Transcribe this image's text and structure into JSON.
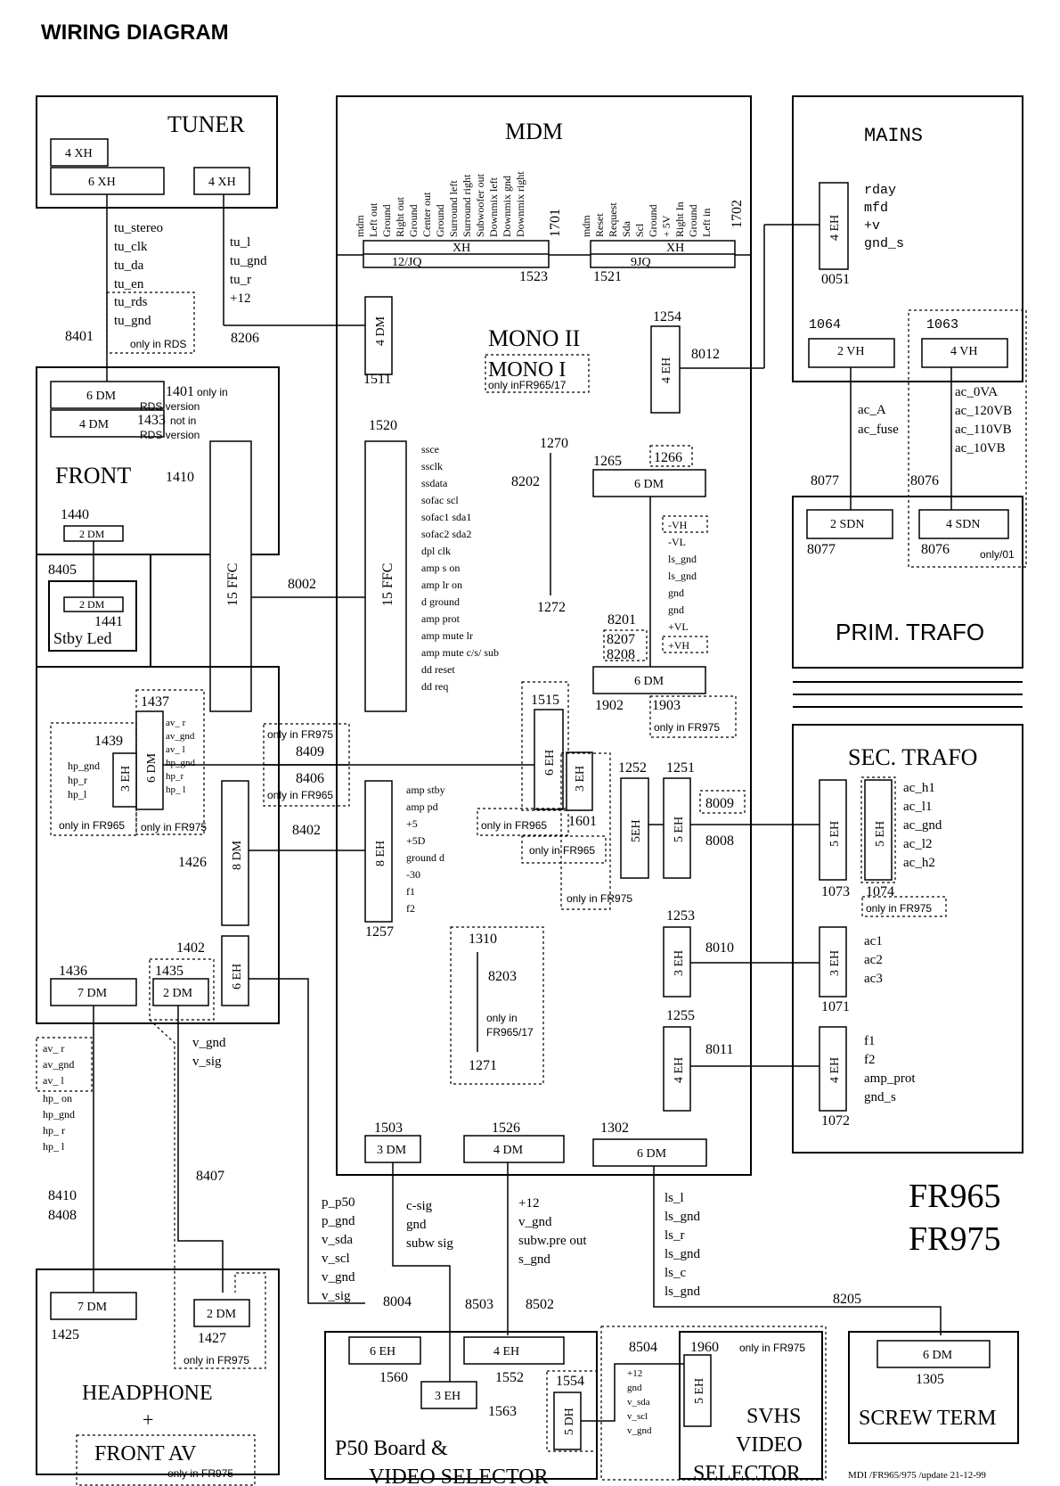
{
  "title": "WIRING DIAGRAM",
  "blocks": {
    "tuner": "TUNER",
    "mdm": "MDM",
    "mains": "MAINS",
    "front": "FRONT",
    "stby_led": "Stby Led",
    "mono2": "MONO II",
    "mono1": "MONO I",
    "prim_trafo": "PRIM. TRAFO",
    "sec_trafo": "SEC. TRAFO",
    "headphone": "HEADPHONE",
    "plus": "+",
    "front_av": "FRONT AV",
    "p50_line1": "P50 Board  &",
    "p50_line2": "VIDEO SELECTOR",
    "svhs_line1": "SVHS",
    "svhs_line2": "VIDEO",
    "svhs_line3": "SELECTOR",
    "screw_term": "SCREW TERM"
  },
  "model": [
    "FR965",
    "FR975"
  ],
  "footer": "MDI /FR965/975 /update 21-12-99",
  "connectors": {
    "tuner_4xh_a": "4 XH",
    "tuner_6xh": "6 XH",
    "tuner_4xh_b": "4 XH",
    "mdm_xh1": "XH",
    "mdm_12jq": "12/JQ",
    "mdm_xh2": "XH",
    "mdm_9jq": "9JQ",
    "mains_4eh": "4 EH",
    "c1064": "2 VH",
    "c1063": "4 VH",
    "front_6dm": "6 DM",
    "front_4dm": "4 DM",
    "front_15ffc": "15 FFC",
    "c1440": "2 DM",
    "c1441": "2 DM",
    "c1511": "4 DM",
    "c1520": "15 FFC",
    "c1254": "4 EH",
    "c1265": "6 DM",
    "c1902": "6 DM",
    "c8077": "2 SDN",
    "c8076": "4 SDN",
    "c1437": "6 DM",
    "c1439": "3 EH",
    "c1426": "8 DM",
    "c1257": "8 EH",
    "c1515": "6 EH",
    "c1601": "3 EH",
    "c1252": "5EH",
    "c1251": "5 EH",
    "c1073": "5 EH",
    "c1074": "5 EH",
    "c1253": "3 EH",
    "c1071": "3 EH",
    "c1255": "4 EH",
    "c1072": "4 EH",
    "c1436": "7 DM",
    "c1435": "2 DM",
    "c1402": "6 EH",
    "c1503": "3 DM",
    "c1526": "4 DM",
    "c1302": "6 DM",
    "c1425": "7 DM",
    "c1427": "2 DM",
    "c1560": "6 EH",
    "c1552": "4 EH",
    "c1563": "3 EH",
    "c1554": "5 DH",
    "c1960": "5 EH",
    "c1305": "6 DM"
  },
  "numbers": {
    "n8401": "8401",
    "n8206": "8206",
    "n1701": "1701",
    "n1702": "1702",
    "n1523": "1523",
    "n1521": "1521",
    "n0051": "0051",
    "n1064": "1064",
    "n1063": "1063",
    "n1511": "1511",
    "n1254": "1254",
    "n8012": "8012",
    "n1401": "1401",
    "n1401_note": "only in",
    "n1401_note2": "RDS version",
    "n1433": "1433",
    "n1433_note": "not in",
    "n1433_note2": "RDS version",
    "n1410": "1410",
    "n1440": "1440",
    "n8405": "8405",
    "n1441": "1441",
    "n1520": "1520",
    "n8002": "8002",
    "n1270": "1270",
    "n8202": "8202",
    "n1272": "1272",
    "n1265": "1265",
    "n1266": "1266",
    "n8201": "8201",
    "n8207": "8207",
    "n8208": "8208",
    "n1902": "1902",
    "n1903": "1903",
    "n8077a": "8077",
    "n8076a": "8076",
    "n8077b": "8077",
    "n8076b": "8076",
    "n1437": "1437",
    "n1439": "1439",
    "n8409": "8409",
    "n8406": "8406",
    "n1515": "1515",
    "n1252": "1252",
    "n1251": "1251",
    "n8009": "8009",
    "n8008": "8008",
    "n1601": "1601",
    "n8402": "8402",
    "n1426": "1426",
    "n1257": "1257",
    "n1073": "1073",
    "n1074": "1074",
    "n1253": "1253",
    "n8010": "8010",
    "n1071": "1071",
    "n1310": "1310",
    "n8203": "8203",
    "n1271": "1271",
    "n1255": "1255",
    "n8011": "8011",
    "n1072": "1072",
    "n1402": "1402",
    "n1436": "1436",
    "n1435": "1435",
    "n1503": "1503",
    "n1526": "1526",
    "n1302": "1302",
    "n8407": "8407",
    "n8410": "8410",
    "n8408": "8408",
    "n8004": "8004",
    "n8503": "8503",
    "n8502": "8502",
    "n8205": "8205",
    "n1425": "1425",
    "n1427": "1427",
    "n8504": "8504",
    "n1960": "1960",
    "n1560": "1560",
    "n1552": "1552",
    "n1563": "1563",
    "n1554": "1554",
    "n1305": "1305"
  },
  "notes": {
    "only_rds": "only in RDS",
    "only_fr965_17": "only inFR965/17",
    "only_01": "only/01",
    "fr975_a": "only in FR975",
    "fr965_a": "only in FR965",
    "fr975_b": "only in FR975",
    "fr975_c": "only in FR975",
    "fr965_b": "only in FR965",
    "fr975_d": "only in FR975",
    "fr965_c": "only in FR965",
    "fr975_e": "only in FR975",
    "fr975_f": "only in FR975",
    "fr975_g": "only in FR975",
    "fr975_h": "only in FR975",
    "fr975_i": "only in FR975",
    "only_in": "only in",
    "fr965_17": "FR965/17"
  },
  "signals": {
    "tuner_left": [
      "tu_stereo",
      "tu_clk",
      "tu_da",
      "tu_en",
      "tu_rds",
      "tu_gnd"
    ],
    "tuner_right": [
      "tu_l",
      "tu_gnd",
      "tu_r",
      "+12"
    ],
    "mdm_1701": [
      "mdm",
      "Left out",
      "Ground",
      "Right out",
      "Ground",
      "Center out",
      "Ground",
      "Surround left",
      "Surround right",
      "Subwoofer out",
      "Downmix left",
      "Downmix gnd",
      "Downmix right"
    ],
    "mdm_1702": [
      "mdm",
      "Reset",
      "Request",
      "Sda",
      "Scl",
      "Ground",
      "+ 5V",
      "Right In",
      "Ground",
      "Left in"
    ],
    "mains": [
      "rday",
      "mfd",
      "+v",
      "gnd_s"
    ],
    "bus_1520": [
      "ssce",
      "ssclk",
      "ssdata",
      "sofac scl",
      "sofac1 sda1",
      "sofac2 sda2",
      "dpl clk",
      "amp s on",
      "amp lr on",
      "d ground",
      "amp prot",
      "amp mute lr",
      "amp mute c/s/ sub",
      "dd reset",
      "dd req"
    ],
    "vh_list": [
      "-VH",
      "-VL",
      "ls_gnd",
      "ls_gnd",
      "gnd",
      "gnd",
      "+VL",
      "+VH"
    ],
    "ac_a": [
      "ac_A",
      "ac_fuse"
    ],
    "ac_b": [
      "ac_0VA",
      "ac_120VB",
      "ac_110VB",
      "ac_10VB"
    ],
    "hp_1437": [
      "av_ r",
      "av_gnd",
      "av_ l",
      "hp_gnd",
      "hp_r",
      "hp_ l"
    ],
    "hp_1439": [
      "hp_gnd",
      "hp_r",
      "hp_l"
    ],
    "amp_1257": [
      "amp stby",
      "amp pd",
      "+5",
      "+5D",
      "ground d",
      "-30",
      "f1",
      "f2"
    ],
    "sec_1073": [
      "ac_h1",
      "ac_l1",
      "ac_gnd",
      "ac_l2",
      "ac_h2"
    ],
    "sec_1071": [
      "ac1",
      "ac2",
      "ac3"
    ],
    "sec_1072": [
      "f1",
      "f2",
      "amp_prot",
      "gnd_s"
    ],
    "av_dotted": [
      "av_ r",
      "av_gnd",
      "av_ l"
    ],
    "hp_lower": [
      "hp_ on",
      "hp_gnd",
      "hp_ r",
      "hp_ l"
    ],
    "vsig": [
      "v_gnd",
      "v_sig"
    ],
    "p50": [
      "p_p50",
      "p_gnd",
      "v_sda",
      "v_scl",
      "v_gnd",
      "v_sig"
    ],
    "c_sig": [
      "c-sig",
      "gnd",
      "subw sig"
    ],
    "p12": [
      "+12",
      "v_gnd",
      "subw.pre out",
      "s_gnd"
    ],
    "ls": [
      "ls_l",
      "ls_gnd",
      "ls_r",
      "ls_gnd",
      "ls_c",
      "ls_gnd"
    ],
    "svhs_sig": [
      "+12",
      "gnd",
      "v_sda",
      "v_scl",
      "v_gnd"
    ]
  }
}
